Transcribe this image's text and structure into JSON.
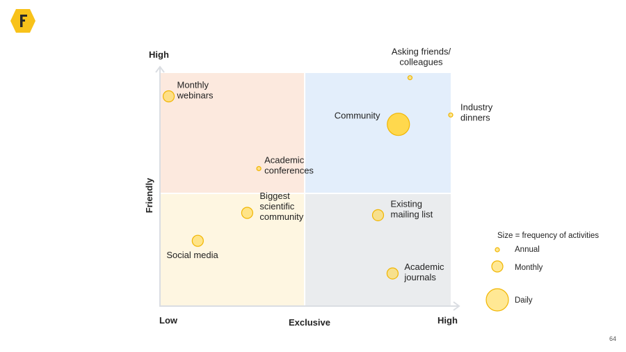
{
  "slide_number": "64",
  "chart_data": {
    "type": "scatter",
    "xlabel": "Exclusive",
    "ylabel": "Friendly",
    "x_tick_labels": {
      "low": "Low",
      "high": "High"
    },
    "y_tick_labels": {
      "high": "High"
    },
    "xlim": [
      0,
      10
    ],
    "ylim": [
      0,
      10
    ],
    "quadrant_colors": {
      "top_left": "#FCE9DE",
      "top_right": "#E3EEFB",
      "bottom_left": "#FEF6E1",
      "bottom_right": "#EAECEE"
    },
    "marker_color": "#FFD84D",
    "marker_stroke": "#F1B500",
    "points": [
      {
        "label": [
          "Monthly",
          "webinars"
        ],
        "x": 0.3,
        "y": 9.0,
        "frequency": "Monthly"
      },
      {
        "label": [
          "Academic",
          "conferences"
        ],
        "x": 3.4,
        "y": 5.9,
        "frequency": "Annual"
      },
      {
        "label": [
          "Biggest",
          "scientific",
          "community"
        ],
        "x": 3.0,
        "y": 4.0,
        "frequency": "Monthly"
      },
      {
        "label": [
          "Social media"
        ],
        "x": 1.3,
        "y": 2.8,
        "frequency": "Monthly"
      },
      {
        "label": [
          "Community"
        ],
        "x": 8.2,
        "y": 7.8,
        "frequency": "Daily"
      },
      {
        "label": [
          "Asking friends/",
          "colleagues"
        ],
        "x": 8.6,
        "y": 9.8,
        "frequency": "Annual"
      },
      {
        "label": [
          "Industry",
          "dinners"
        ],
        "x": 10.0,
        "y": 8.2,
        "frequency": "Annual"
      },
      {
        "label": [
          "Existing",
          "mailing list"
        ],
        "x": 7.5,
        "y": 3.9,
        "frequency": "Monthly"
      },
      {
        "label": [
          "Academic",
          "journals"
        ],
        "x": 8.0,
        "y": 1.4,
        "frequency": "Monthly"
      }
    ],
    "legend": {
      "title": "Size = frequency of activities",
      "entries": [
        "Annual",
        "Monthly",
        "Daily"
      ]
    }
  }
}
